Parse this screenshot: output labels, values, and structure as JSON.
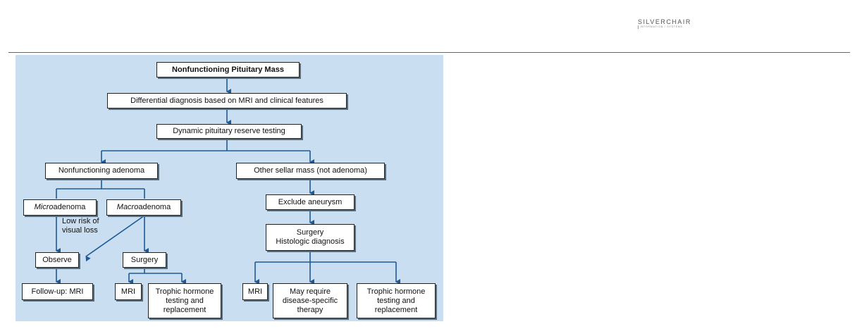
{
  "brand": {
    "name": "SILVERCHAIR",
    "sub": "INFORMATION / SYSTEMS"
  },
  "diagram": {
    "root": "Nonfunctioning Pituitary Mass",
    "differential": "Differential diagnosis based on MRI and clinical features",
    "dynamic": "Dynamic pituitary reserve testing",
    "nonfunctioning_adenoma": "Nonfunctioning adenoma",
    "other_sellar": "Other sellar mass (not adenoma)",
    "micro_prefix": "Micro",
    "micro_suffix": "adenoma",
    "macro_prefix": "Macro",
    "macro_suffix": "adenoma",
    "low_risk": "Low risk of\nvisual loss",
    "exclude_aneurysm": "Exclude aneurysm",
    "surgery_histologic": "Surgery\nHistologic diagnosis",
    "observe": "Observe",
    "surgery": "Surgery",
    "followup": "Follow-up: MRI",
    "mri_left": "MRI",
    "trophic_left": "Trophic hormone\ntesting and\nreplacement",
    "mri_right": "MRI",
    "may_require": "May require\ndisease-specific\ntherapy",
    "trophic_right": "Trophic hormone\ntesting and\nreplacement"
  }
}
